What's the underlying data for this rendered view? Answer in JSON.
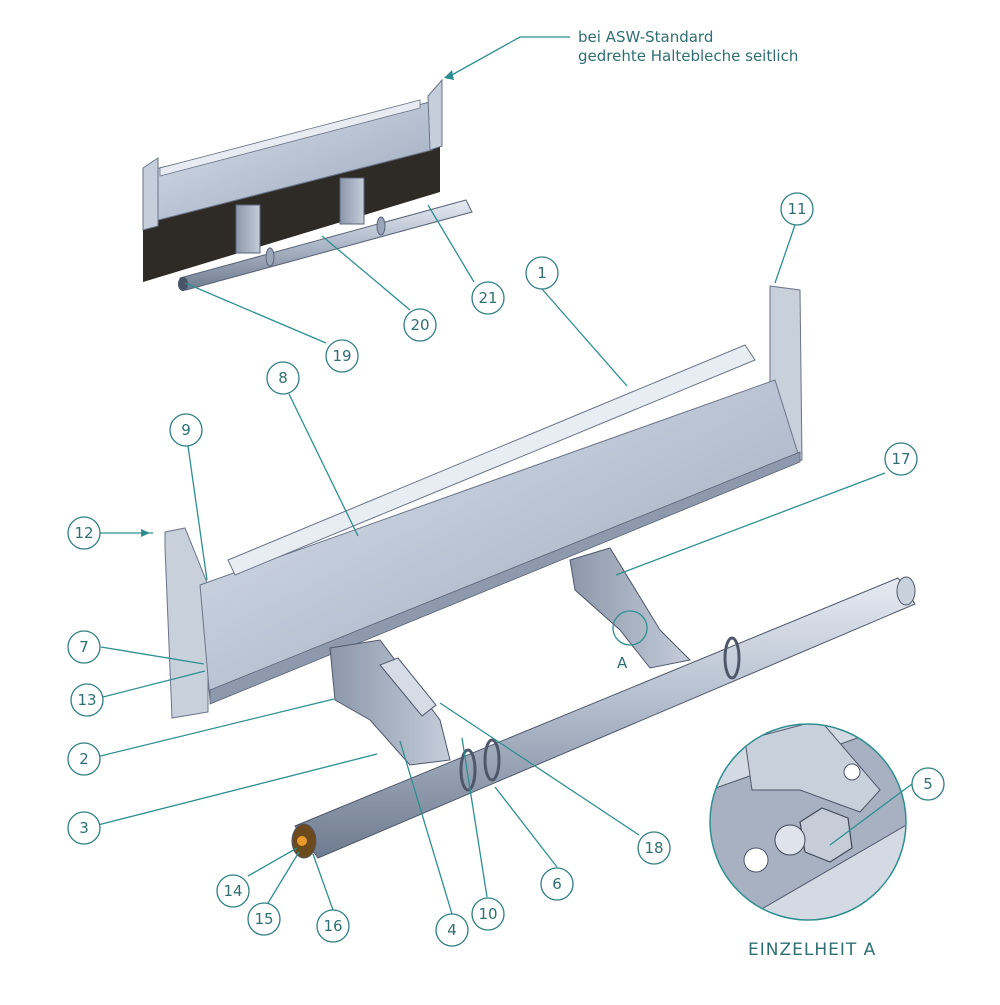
{
  "note": {
    "line1": "bei ASW-Standard",
    "line2": "gedrehte Haltebleche seitlich"
  },
  "detail": {
    "title": "EINZELHEIT A",
    "marker": "A"
  },
  "callouts": [
    "1",
    "2",
    "3",
    "4",
    "5",
    "6",
    "7",
    "8",
    "9",
    "10",
    "11",
    "12",
    "13",
    "14",
    "15",
    "16",
    "17",
    "18",
    "19",
    "20",
    "21"
  ],
  "colors": {
    "leader": "#2f8f90",
    "text": "#2f6f72",
    "metal": "#b8c2d2",
    "rubber": "#2e2a26"
  }
}
